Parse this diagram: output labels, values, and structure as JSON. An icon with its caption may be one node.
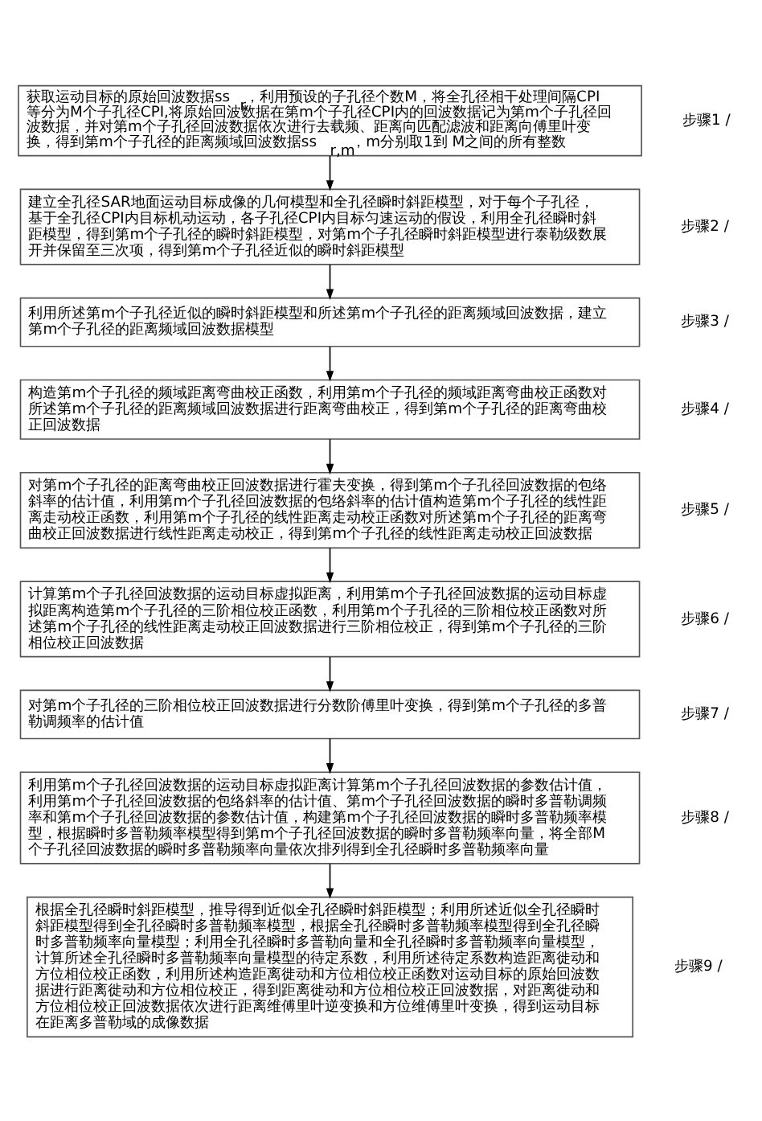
{
  "diagram": {
    "nodes": [
      {
        "text": [
          "获取运动目标的原始回波数据ss$_{r}$，利用预设的子孔径个数M，将全孔径相干处理间隔CPI等分为M个子孔径CPI,将原始回波数据在第m个子孔径CPI内的回波数据记为第m个子孔径回波数据，并对第m个子孔径回波数据依次进行去载频、距离向匹配滤波和距离向傅里叶变换，得到第m个子孔径的距离频域回波数据ss$_{r,m}$，m分别取1到 M之间的所有整数"
        ],
        "beside": [
          "步骤1 /"
        ]
      },
      {
        "text": [
          "建立全孔径SAR地面运动目标成像的几何模型和全孔径瞬时斜距模型，对于每个子孔径，基于全孔径CPI内目标机动运动，各子孔径CPI内目标匀速运动的假设，利用全孔径瞬时斜距模型，得到第m个子孔径的瞬时斜距模型，对第m个子孔径瞬时斜距模型进行泰勒级数展开并保留至三次项，得到第m个子孔径近似的瞬时斜距模型"
        ],
        "beside": [
          "步骤2 /"
        ]
      },
      {
        "text": [
          "利用所述第m个子孔径近似的瞬时斜距模型和所述第m个子孔径的距离频域回波数据，建立第m个子孔径的距离频域回波数据模型"
        ],
        "beside": [
          "步骤3 /"
        ]
      },
      {
        "text": [
          "构造第m个子孔径的频域距离弯曲校正函数，利用第m个子孔径的频域距离弯曲校正函数对所述第m个子孔径的距离频域回波数据进行距离弯曲校正，得到第m个子孔径的距离弯曲校正回波数据"
        ],
        "beside": [
          "步骤4 /"
        ]
      },
      {
        "text": [
          "对第m个子孔径的距离弯曲校正回波数据进行霍夫变换，得到第m个子孔径回波数据的包络斜率的估计值，利用第m个子孔径回波数据的包络斜率的估计值构造第m个子孔径的线性距离走动校正函数，利用第m个子孔径的线性距离走动校正函数对所述第m个子孔径的距离弯曲校正回波数据进行线性距离走动校正，得到第m个子孔径的线性距离走动校正回波数据"
        ],
        "beside": [
          "步骤5 /"
        ]
      },
      {
        "text": [
          "计算第m个子孔径回波数据的运动目标虚拟距离，利用第m个子孔径回波数据的运动目标虚拟距离构造第m个子孔径的三阶相位校正函数，利用第m个子孔径的三阶相位校正函数对所述第m个子孔径的线性距离走动校正回波数据进行三阶相位校正，得到第m个子孔径的三阶相位校正回波数据"
        ],
        "beside": [
          "步骤6 /"
        ]
      },
      {
        "text": [
          "对第m个子孔径的三阶相位校正回波数据进行分数阶傅里叶变换，得到第m个子孔径的多普勒调频率的估计值"
        ],
        "beside": [
          "步骤7 /"
        ]
      },
      {
        "text": [
          "利用第m个子孔径回波数据的运动目标虚拟距离计算第m个子孔径回波数据的参数估计值，利用第m个子孔径回波数据的包络斜率的估计值、第m个子孔径回波数据的瞬时多普勒调频率和第m个子孔径回波数据的参数估计值，构建第m个子孔径回波数据的瞬时多普勒频率模型，根据瞬时多普勒频率模型得到第m个子孔径回波数据的瞬时多普勒频率向量，将全部M个子孔径回波数据的瞬时多普勒频率向量依次排列得到全孔径瞬时多普勒频率向量"
        ],
        "beside": [
          "步骤8 /"
        ]
      },
      {
        "text": [
          "根据全孔径瞬时斜距模型，推导得到近似全孔径瞬时斜距模型；利用所述近似全孔径瞬时斜距模型得到全孔径瞬时多普勒频率模型，根据全孔径瞬时多普勒频率模型得到全孔径瞬时多普勒频率向量模型；利用全孔径瞬时多普勒向量和全孔径瞬时多普勒频率向量模型，计算所述全孔径瞬时多普勒频率向量模型的待定系数，利用所述待定系数构造距离徙动和方位相位校正函数，利用所述构造距离徙动和方位相位校正函数对运动目标的原始回波数据进行距离徙动和方位相位校正，得到距离徙动和方位相位校正回波数据，对距离徙动和方位相位校正回波数据依次进行距离维傅里叶逆变换和方位维傅里叶变换，得到运动目标在距离多普勒域的成像数据"
        ],
        "beside": [
          "步骤9 /"
        ]
      }
    ],
    "edges": [
      {
        "from": 0,
        "to": 1,
        "arrow": "to"
      },
      {
        "from": 1,
        "to": 2,
        "arrow": "to"
      },
      {
        "from": 2,
        "to": 3,
        "arrow": "to"
      },
      {
        "from": 3,
        "to": 4,
        "arrow": "to"
      },
      {
        "from": 4,
        "to": 5,
        "arrow": "to"
      },
      {
        "from": 5,
        "to": 6,
        "arrow": "to"
      },
      {
        "from": 6,
        "to": 7,
        "arrow": "to"
      },
      {
        "from": 7,
        "to": 8,
        "arrow": "to"
      }
    ]
  }
}
